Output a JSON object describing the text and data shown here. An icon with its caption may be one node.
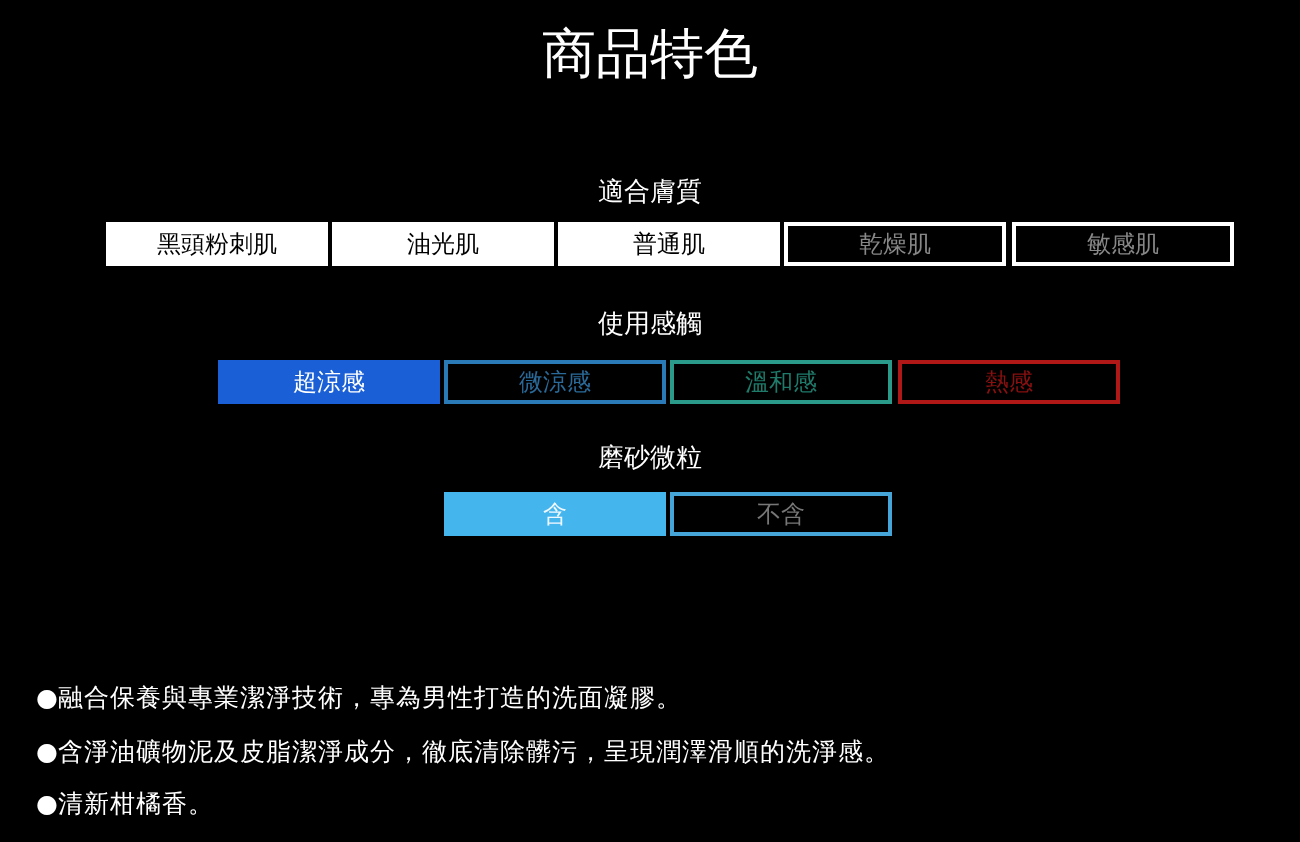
{
  "diagram": {
    "title": "商品特色",
    "nodes": [
      {
        "text": [
          "黑頭粉刺肌"
        ]
      },
      {
        "text": [
          "油光肌"
        ]
      },
      {
        "text": [
          "普通肌"
        ]
      },
      {
        "text": [
          "乾燥肌"
        ]
      },
      {
        "text": [
          "敏感肌"
        ]
      },
      {
        "text": [
          "超涼感"
        ]
      },
      {
        "text": [
          "微涼感"
        ]
      },
      {
        "text": [
          "溫和感"
        ]
      },
      {
        "text": [
          "熱感"
        ]
      },
      {
        "text": [
          "含"
        ]
      },
      {
        "text": [
          "不含"
        ]
      }
    ],
    "labels": [
      "適合膚質",
      "使用感觸",
      "磨砂微粒",
      "●融合保養與專業潔淨技術，專為男性打造的洗面凝膠。",
      "●含淨油礦物泥及皮脂潔淨成分，徹底清除髒污，呈現潤澤滑順的洗淨感。",
      "●清新柑橘香。"
    ]
  }
}
